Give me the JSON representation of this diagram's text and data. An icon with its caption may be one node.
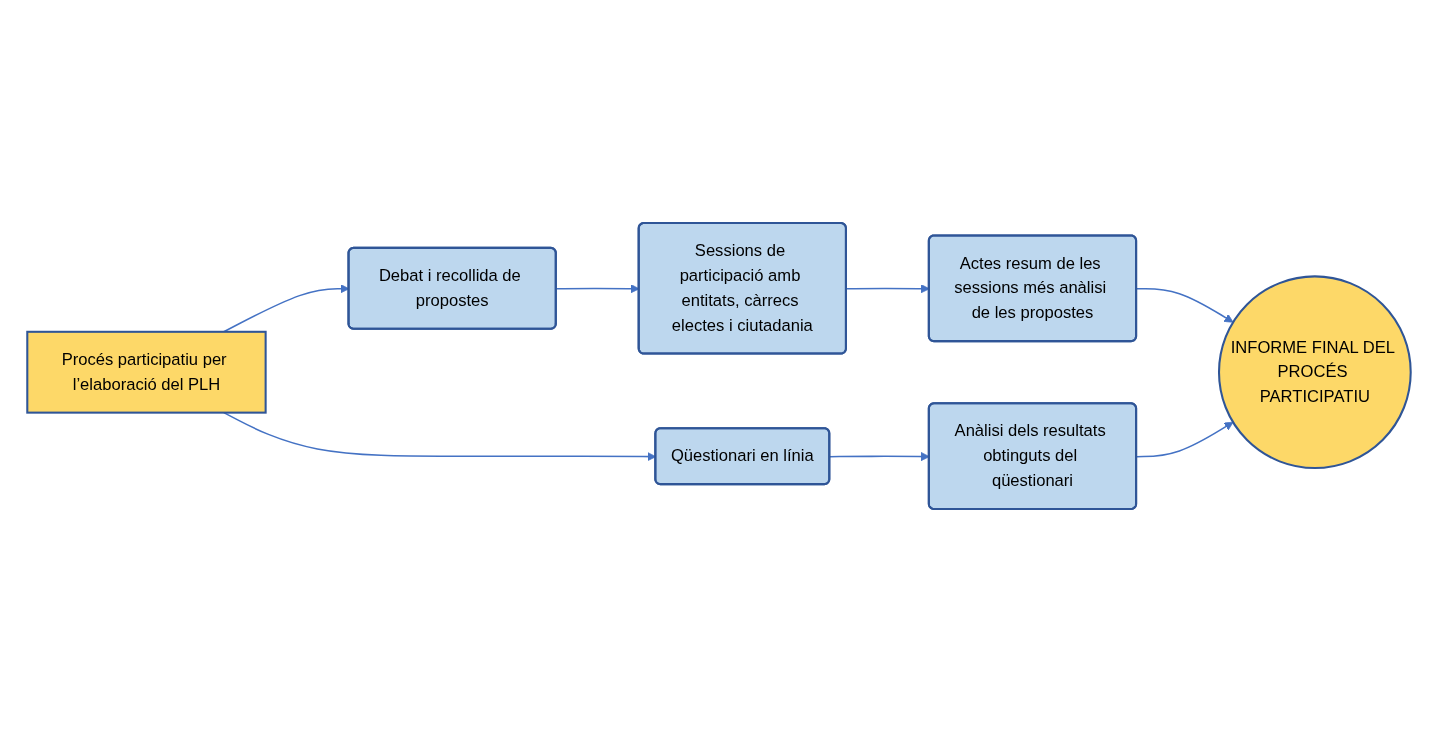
{
  "diagram": {
    "nodes": [
      {
        "text": [
          "Procés participatiu per l’elaboració del PLH"
        ]
      },
      {
        "text": [
          "Debat i recollida de propostes"
        ]
      },
      {
        "text": [
          "Sessions de participació amb entitats, càrrecs electes i ciutadania"
        ]
      },
      {
        "text": [
          "Actes resum de les sessions més anàlisi de les propostes"
        ]
      },
      {
        "text": [
          "Qüestionari en línia"
        ]
      },
      {
        "text": [
          "Anàlisi dels resultats obtinguts del qüestionari"
        ]
      },
      {
        "text": [
          "INFORME FINAL DEL PROCÉS PARTICIPATIU"
        ]
      }
    ],
    "edges": [
      {
        "from": 0,
        "to": 1,
        "arrow": "to"
      },
      {
        "from": 1,
        "to": 2,
        "arrow": "to"
      },
      {
        "from": 2,
        "to": 3,
        "arrow": "to"
      },
      {
        "from": 3,
        "to": 6,
        "arrow": "to"
      },
      {
        "from": 0,
        "to": 4,
        "arrow": "to"
      },
      {
        "from": 4,
        "to": 5,
        "arrow": "to"
      },
      {
        "from": 5,
        "to": 6,
        "arrow": "to"
      }
    ]
  }
}
